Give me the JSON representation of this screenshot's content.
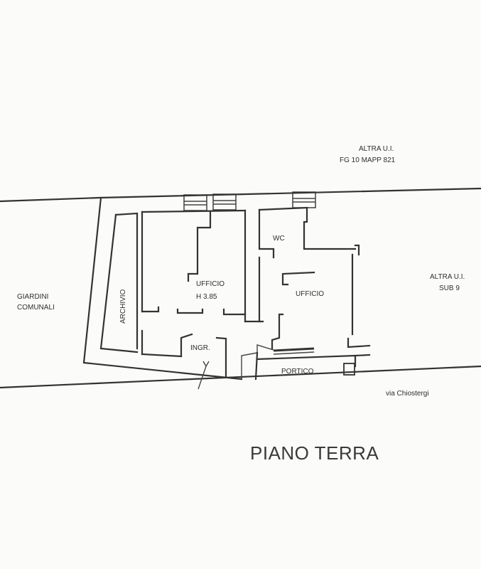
{
  "labels": {
    "north_neighbor_line1": "ALTRA U.I.",
    "north_neighbor_line2": "FG 10 MAPP 821",
    "east_neighbor_line1": "ALTRA U.I.",
    "east_neighbor_line2": "SUB 9",
    "west_neighbor_line1": "GIARDINI",
    "west_neighbor_line2": "COMUNALI",
    "street": "via Chiostergi",
    "room_archivio": "ARCHIVIO",
    "room_ufficio_1": "UFFICIO",
    "room_ufficio_1_height": "H 3.85",
    "room_ufficio_2": "UFFICIO",
    "room_wc": "WC",
    "room_ingresso": "INGR.",
    "room_portico": "PORTICO"
  },
  "title": "PIANO TERRA"
}
